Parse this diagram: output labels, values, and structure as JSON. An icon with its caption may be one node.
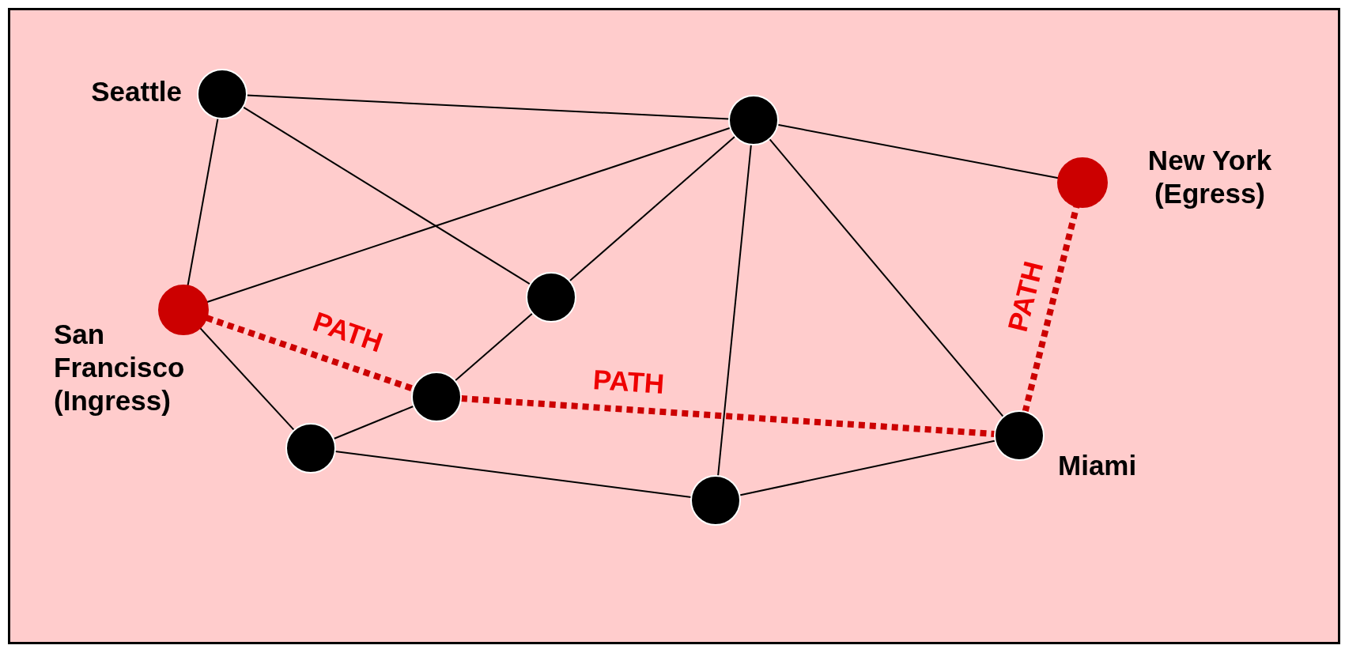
{
  "diagram": {
    "nodes": [
      {
        "text": [],
        "shape": "circle",
        "beside": [
          "Seattle"
        ]
      },
      {
        "text": [],
        "shape": "circle"
      },
      {
        "text": [],
        "shape": "circle",
        "beside": [
          "New York (Egress)"
        ]
      },
      {
        "text": [],
        "shape": "circle",
        "beside": [
          "San Francisco (Ingress)"
        ]
      },
      {
        "text": [],
        "shape": "circle"
      },
      {
        "text": [],
        "shape": "circle"
      },
      {
        "text": [],
        "shape": "circle"
      },
      {
        "text": [],
        "shape": "circle"
      },
      {
        "text": [],
        "shape": "circle",
        "beside": [
          "Miami"
        ]
      }
    ],
    "edges": [
      {
        "from": 0,
        "to": 1,
        "arrow": "none"
      },
      {
        "from": 0,
        "to": 3,
        "arrow": "none"
      },
      {
        "from": 0,
        "to": 4,
        "arrow": "none"
      },
      {
        "from": 1,
        "to": 2,
        "arrow": "none"
      },
      {
        "from": 1,
        "to": 3,
        "arrow": "none"
      },
      {
        "from": 1,
        "to": 4,
        "arrow": "none"
      },
      {
        "from": 1,
        "to": 7,
        "arrow": "none"
      },
      {
        "from": 1,
        "to": 8,
        "arrow": "none"
      },
      {
        "from": 3,
        "to": 5,
        "arrow": "none",
        "label": "PATH",
        "style": "dashed",
        "color": "#cc0000"
      },
      {
        "from": 3,
        "to": 6,
        "arrow": "none"
      },
      {
        "from": 4,
        "to": 5,
        "arrow": "none"
      },
      {
        "from": 5,
        "to": 6,
        "arrow": "none"
      },
      {
        "from": 5,
        "to": 8,
        "arrow": "none",
        "label": "PATH",
        "style": "dashed",
        "color": "#cc0000"
      },
      {
        "from": 6,
        "to": 7,
        "arrow": "none"
      },
      {
        "from": 7,
        "to": 8,
        "arrow": "none"
      },
      {
        "from": 8,
        "to": 2,
        "arrow": "none",
        "label": "PATH",
        "style": "dashed",
        "color": "#cc0000"
      }
    ]
  }
}
